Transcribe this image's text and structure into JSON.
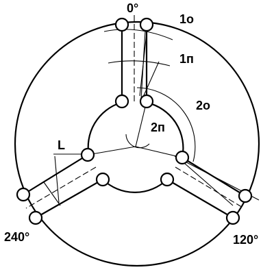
{
  "labels": {
    "angle_0": "0°",
    "angle_120": "120°",
    "angle_240": "240°",
    "mark_1o": "1о",
    "mark_1p": "1п",
    "mark_2o": "2о",
    "mark_2p": "2п",
    "mark_L": "L"
  }
}
